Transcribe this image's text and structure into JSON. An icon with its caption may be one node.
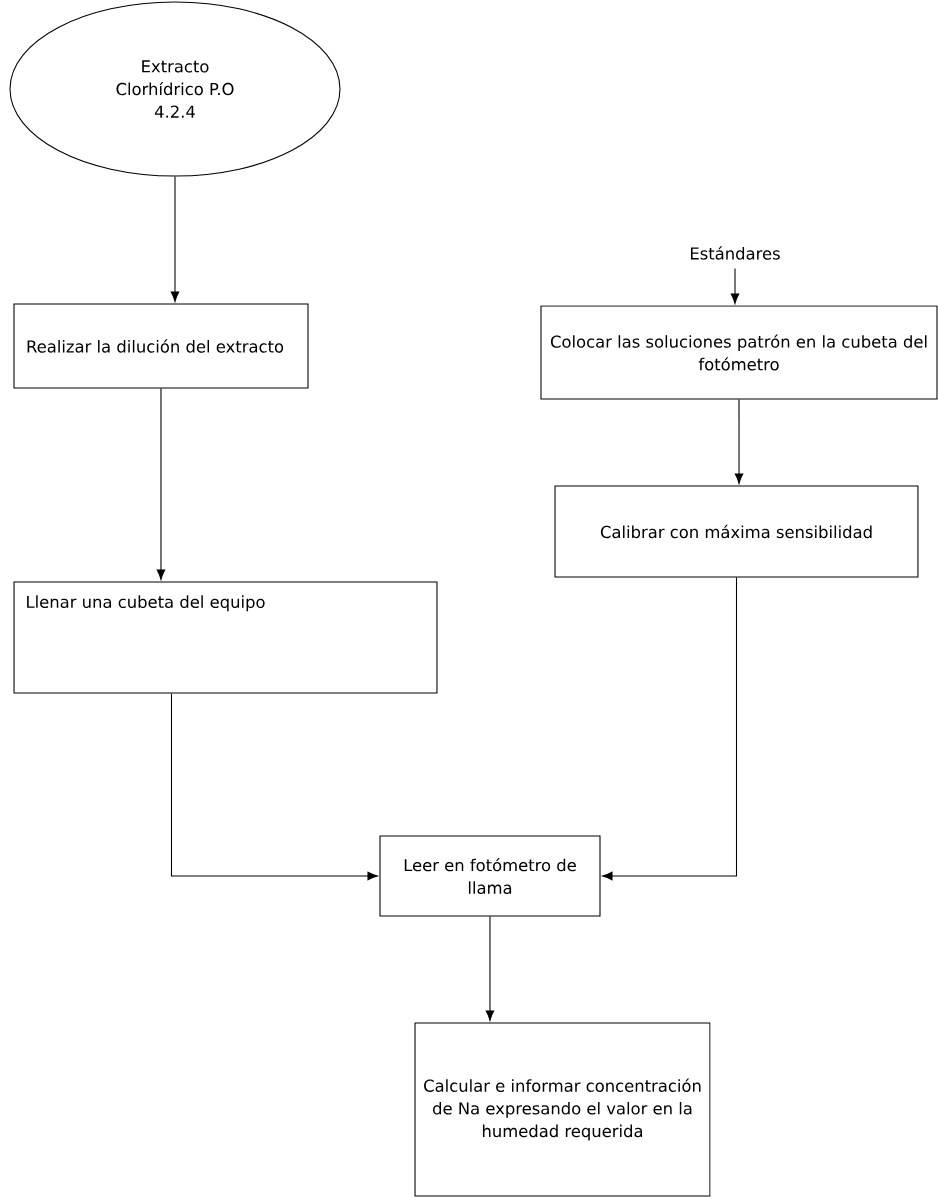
{
  "diagram": {
    "nodes": [
      {
        "text": [
          "Extracto Clorhídrico P.O 4.2.4"
        ]
      },
      {
        "text": [
          "Estándares"
        ]
      },
      {
        "text": [
          "Realizar la dilución del extracto"
        ]
      },
      {
        "text": [
          "Colocar las soluciones patrón en la cubeta del fotómetro"
        ]
      },
      {
        "text": [
          "Llenar una cubeta del equipo"
        ]
      },
      {
        "text": [
          "Calibrar con máxima sensibilidad"
        ]
      },
      {
        "text": [
          "Leer en fotómetro de llama"
        ]
      },
      {
        "text": [
          "Calcular e informar concentración de Na expresando el valor en la humedad requerida"
        ]
      }
    ],
    "edges": [
      {
        "from": 0,
        "to": 2,
        "arrow": "to"
      },
      {
        "from": 1,
        "to": 3,
        "arrow": "to"
      },
      {
        "from": 2,
        "to": 4,
        "arrow": "to"
      },
      {
        "from": 3,
        "to": 5,
        "arrow": "to"
      },
      {
        "from": 4,
        "to": 6,
        "arrow": "to"
      },
      {
        "from": 5,
        "to": 6,
        "arrow": "to"
      },
      {
        "from": 6,
        "to": 7,
        "arrow": "to"
      }
    ]
  }
}
